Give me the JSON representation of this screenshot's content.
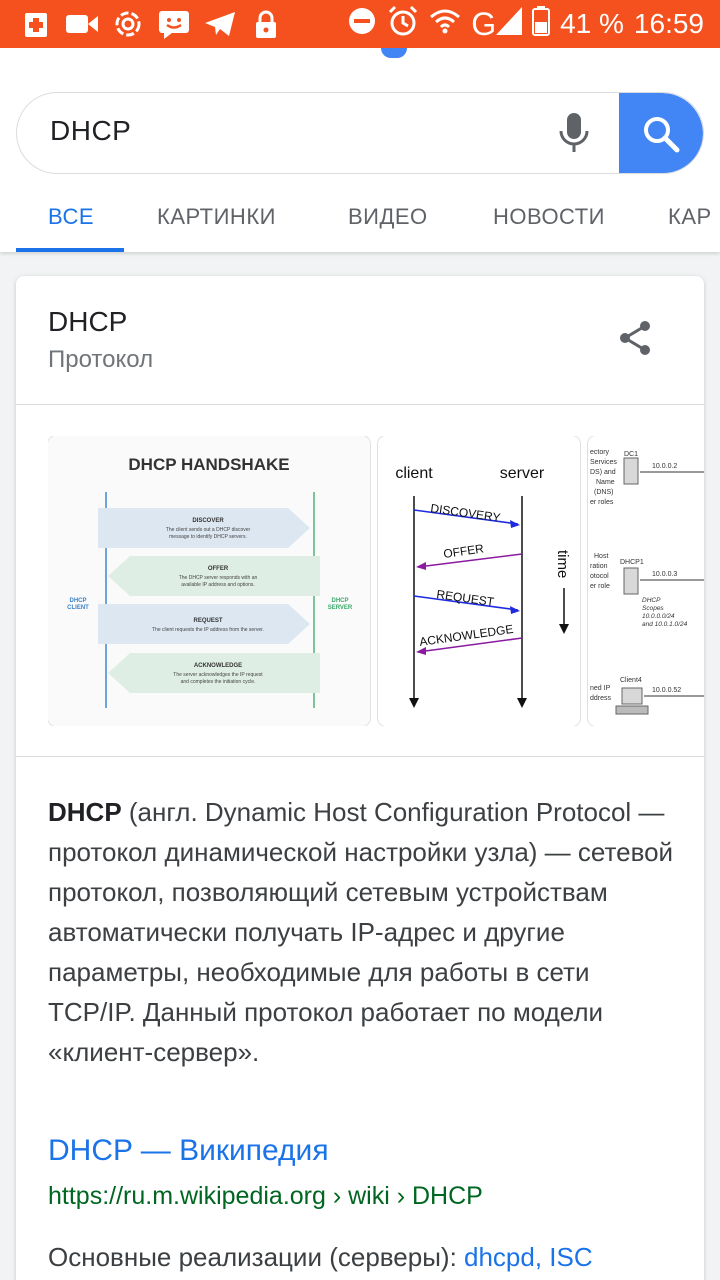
{
  "status_bar": {
    "battery": "41 %",
    "time": "16:59",
    "network": "G",
    "icons": [
      "plus-box-icon",
      "video-icon",
      "cloud-swirl-icon",
      "message-smile-icon",
      "telegram-icon",
      "lock-icon",
      "dnd-icon",
      "alarm-icon",
      "wifi-icon",
      "signal-icon",
      "battery-icon"
    ]
  },
  "search": {
    "query": "DHCP",
    "mic_icon": "mic-icon",
    "search_icon": "search-icon",
    "accent": "#4285f4"
  },
  "tabs": [
    {
      "label": "ВСЕ",
      "active": true
    },
    {
      "label": "КАРТИНКИ",
      "active": false
    },
    {
      "label": "ВИДЕО",
      "active": false
    },
    {
      "label": "НОВОСТИ",
      "active": false
    },
    {
      "label": "КАР",
      "active": false
    }
  ],
  "knowledge_panel": {
    "title": "DHCP",
    "subtitle": "Протокол",
    "share_icon": "share-icon",
    "images": [
      {
        "heading": "DHCP HANDSHAKE",
        "client_label": "DHCP\nCLIENT",
        "server_label": "DHCP\nSERVER",
        "steps": [
          {
            "name": "DISCOVER",
            "text1": "The client sends out a DHCP discover",
            "text2": "message to identify DHCP servers."
          },
          {
            "name": "OFFER",
            "text1": "The DHCP server responds with an",
            "text2": "available IP address and options."
          },
          {
            "name": "REQUEST",
            "text1": "The client requests the IP address from the server.",
            "text2": ""
          },
          {
            "name": "ACKNOWLEDGE",
            "text1": "The server acknowledges the IP request",
            "text2": "and completes the initiation cycle."
          }
        ]
      },
      {
        "client": "client",
        "server": "server",
        "time": "time",
        "messages": [
          "DISCOVERY",
          "OFFER",
          "REQUEST",
          "ACKNOWLEDGE"
        ]
      },
      {
        "labels": [
          "ectory",
          "Services",
          "DS) and",
          "Name",
          "(DNS)",
          "er roles",
          "Host",
          "ration",
          "otocol",
          "er role",
          "ned IP",
          "ddress"
        ],
        "nodes": [
          "DC1",
          "DHCP1",
          "Client4"
        ],
        "ips": [
          "10.0.0.2",
          "10.0.0.3",
          "10.0.0.52"
        ],
        "scopes": [
          "DHCP",
          "Scopes",
          "10.0.0.0/24",
          "and 10.0.1.0/24"
        ]
      }
    ],
    "description_bold": "DHCP",
    "description": " (англ. Dynamic Host Configuration Protocol — протокол динамической настройки узла) — сетевой протокол, позволяющий сетевым устройствам автоматически получать IP-адрес и другие параметры, необходимые для работы в сети TCP/IP. Данный протокол работает по модели «клиент-сервер».",
    "source_title": "DHCP — Википедия",
    "source_url": "https://ru.m.wikipedia.org › wiki › DHCP",
    "impl_label": "Основные реализации (серверы): ",
    "impl_links": "dhcpd, ISC"
  }
}
